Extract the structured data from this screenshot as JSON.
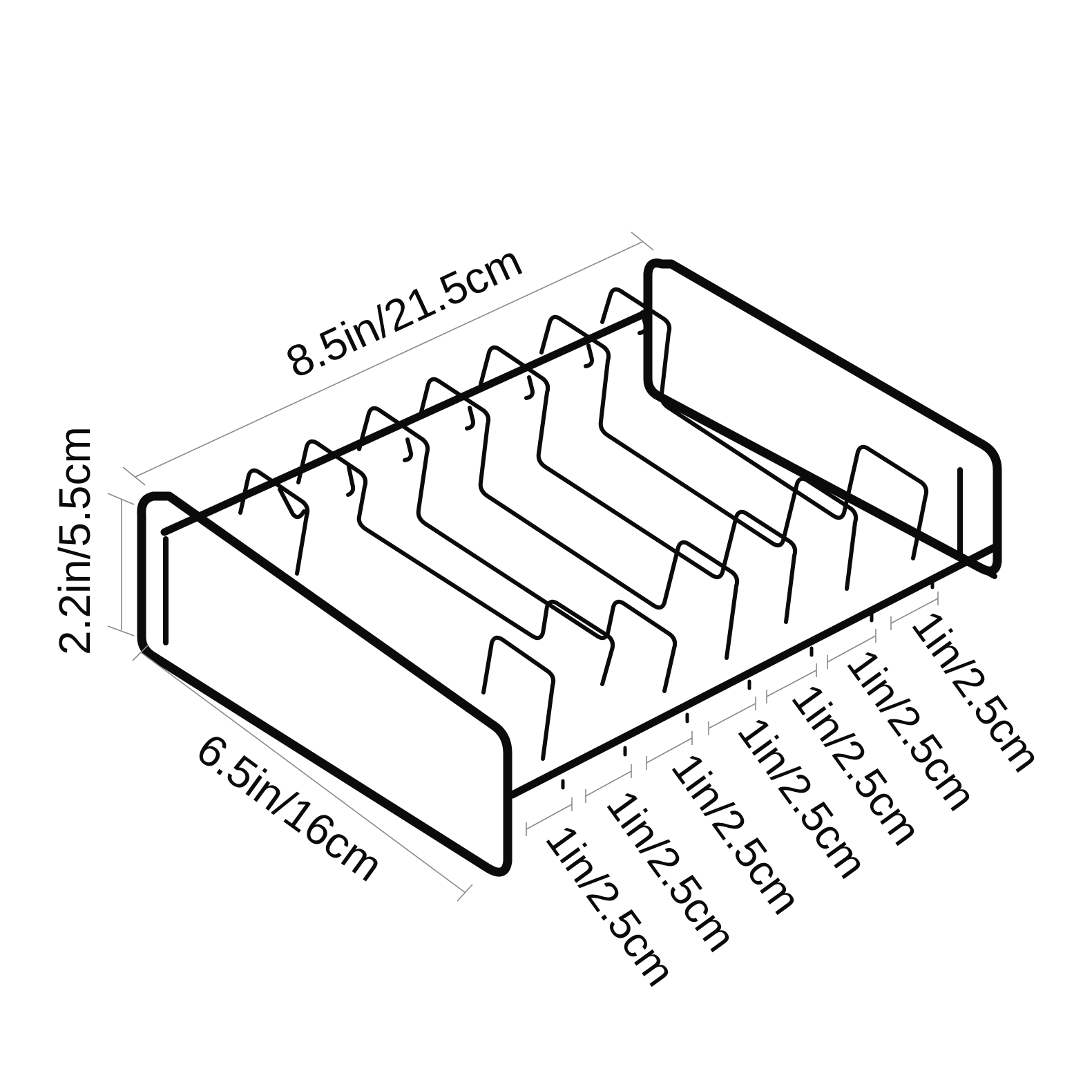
{
  "product": {
    "name_icon": "rib-rack-wire-icon",
    "color": "#0b0b0b"
  },
  "dimensions": {
    "length": "8.5in/21.5cm",
    "height": "2.2in/5.5cm",
    "width": "6.5in/16cm",
    "slot_spacing": [
      "1in/2.5cm",
      "1in/2.5cm",
      "1in/2.5cm",
      "1in/2.5cm",
      "1in/2.5cm",
      "1in/2.5cm",
      "1in/2.5cm"
    ]
  },
  "colors": {
    "background": "#ffffff",
    "dimension_line": "#8a8a8a",
    "text": "#0a0a0a"
  }
}
